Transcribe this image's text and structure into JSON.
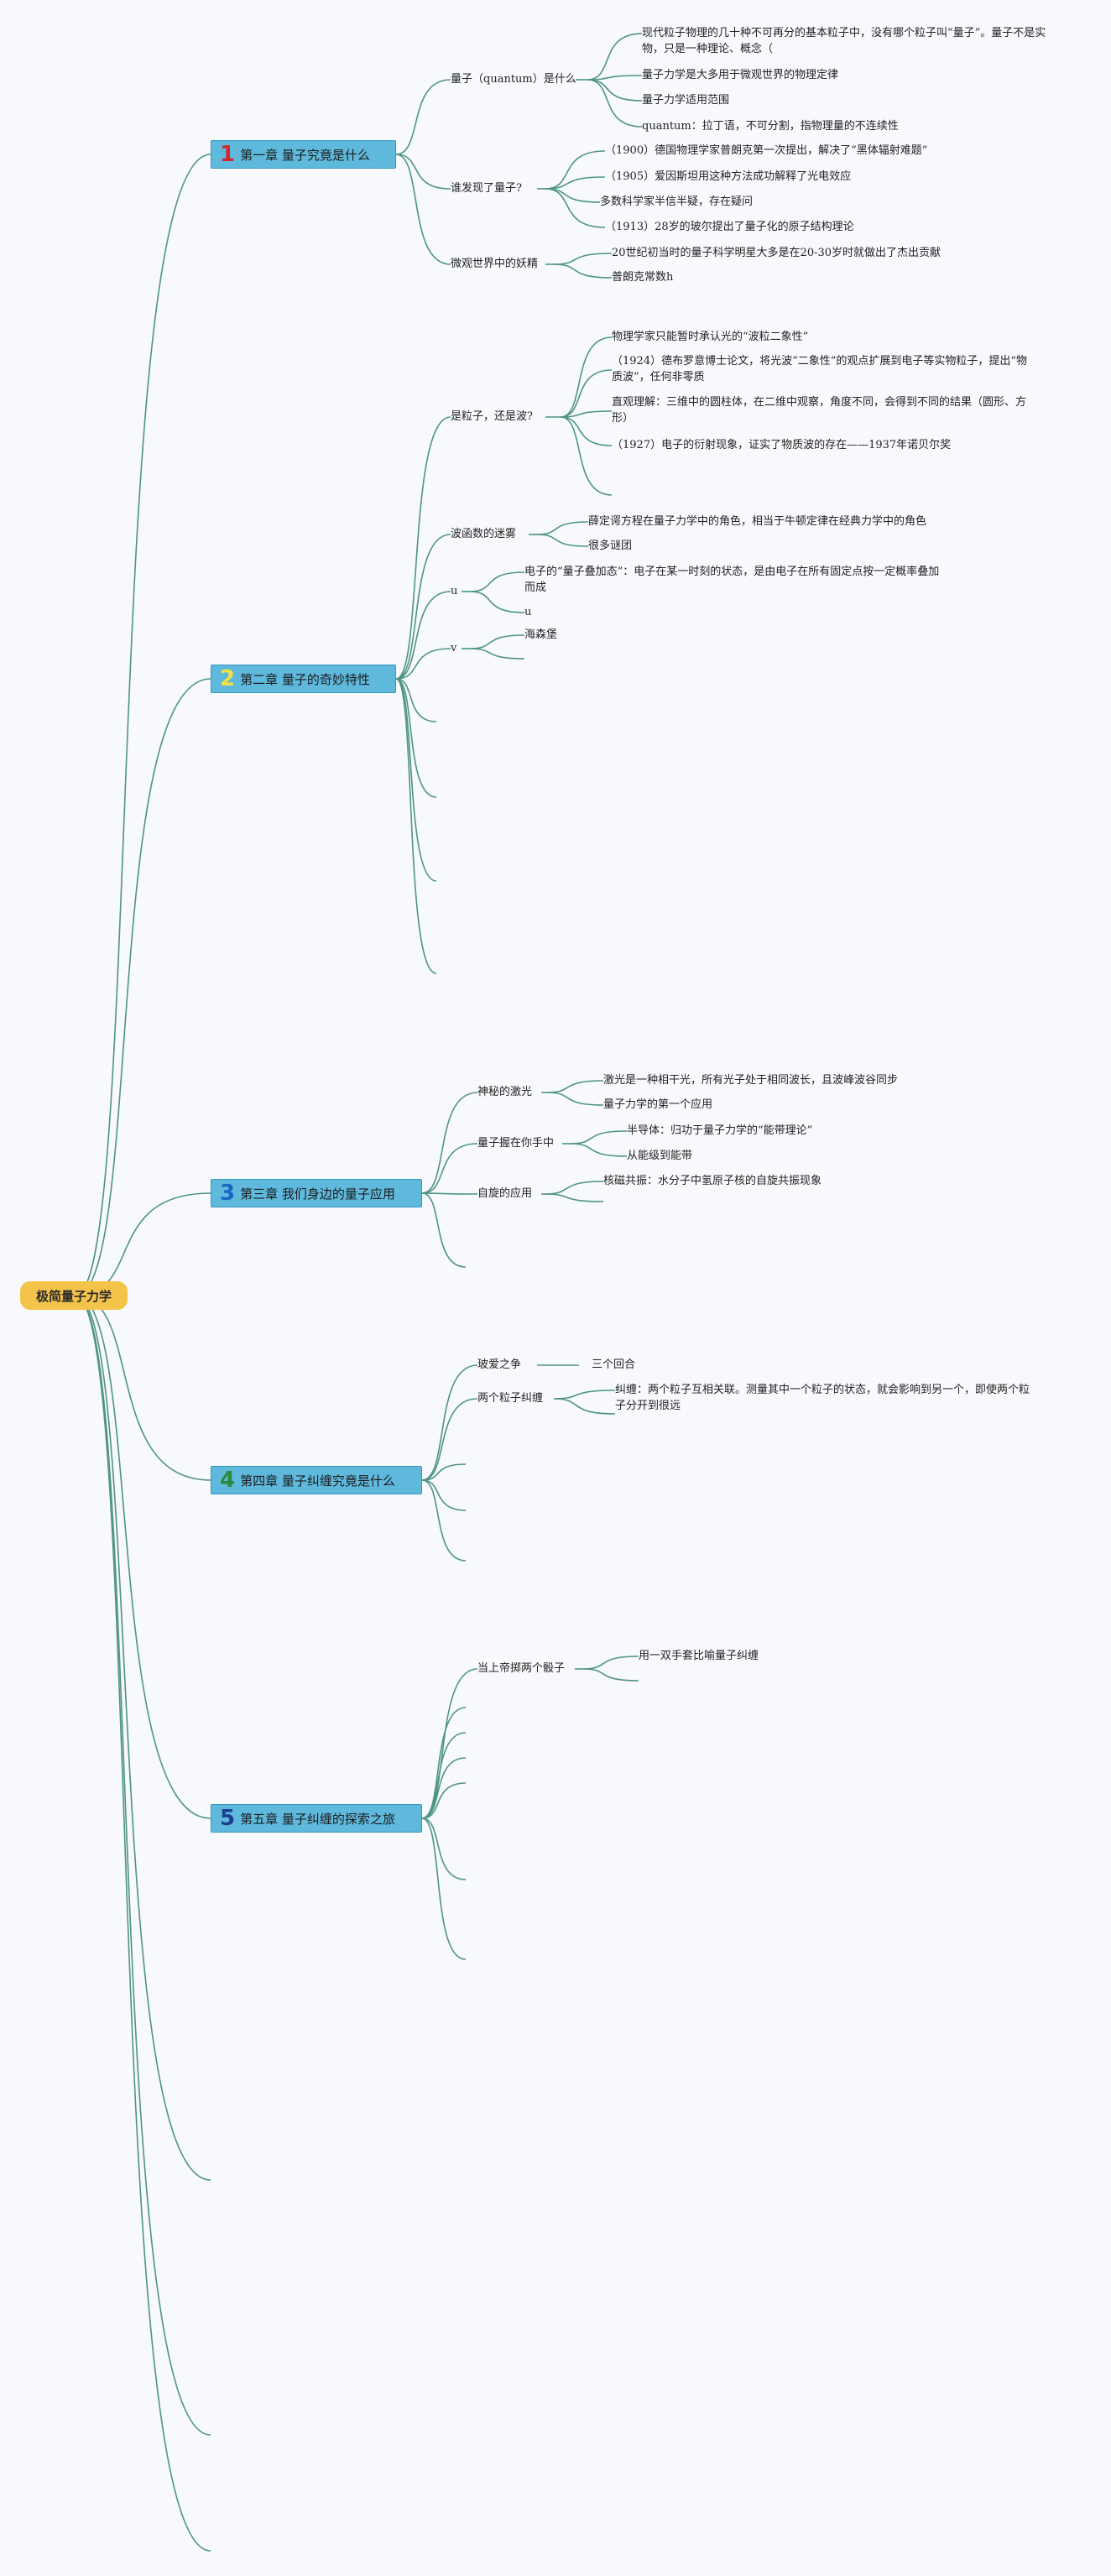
{
  "root": {
    "label": "极简量子力学"
  },
  "chapters": [
    {
      "num": "1",
      "num_color": "#d0292f",
      "label": "第一章 量子究竟是什么"
    },
    {
      "num": "2",
      "num_color": "#f3e047",
      "label": "第二章 量子的奇妙特性"
    },
    {
      "num": "3",
      "num_color": "#1a66c4",
      "label": "第三章 我们身边的量子应用"
    },
    {
      "num": "4",
      "num_color": "#2a8a3c",
      "label": "第四章 量子纠缠究竟是什么"
    },
    {
      "num": "5",
      "num_color": "#1c3f8e",
      "label": "第五章 量子纠缠的探索之旅"
    }
  ],
  "topics": {
    "c1_t1": "量子（quantum）是什么",
    "c1_t2": "谁发现了量子?",
    "c1_t3": "微观世界中的妖精",
    "c2_t1": "是粒子，还是波?",
    "c2_t2": "波函数的迷雾",
    "c2_t3": "u",
    "c2_t4": "v",
    "c3_t1": "神秘的激光",
    "c3_t2": "量子握在你手中",
    "c3_t3": "自旋的应用",
    "c4_t1": "玻爱之争",
    "c4_t2": "两个粒子纠缠",
    "c5_t1": "当上帝掷两个骰子"
  },
  "leaves": {
    "c1_t1_l1": "现代粒子物理的几十种不可再分的基本粒子中，没有哪个粒子叫“量子”。量子不是实物，只是一种理论、概念（",
    "c1_t1_l2": "量子力学是大多用于微观世界的物理定律",
    "c1_t1_l3": "量子力学适用范围",
    "c1_t1_l4": "quantum：拉丁语，不可分割，指物理量的不连续性",
    "c1_t2_l1": "（1900）德国物理学家普朗克第一次提出，解决了“黑体辐射难题”",
    "c1_t2_l2": "（1905）爱因斯坦用这种方法成功解释了光电效应",
    "c1_t2_l3": "多数科学家半信半疑，存在疑问",
    "c1_t2_l4": "（1913）28岁的玻尔提出了量子化的原子结构理论",
    "c1_t3_l1": "20世纪初当时的量子科学明星大多是在20-30岁时就做出了杰出贡献",
    "c1_t3_l2": "普朗克常数h",
    "c2_t1_l1": "物理学家只能暂时承认光的“波粒二象性”",
    "c2_t1_l2": "（1924）德布罗意博士论文，将光波“二象性”的观点扩展到电子等实物粒子，提出“物质波”，任何非零质",
    "c2_t1_l3": "直观理解：三维中的圆柱体，在二维中观察，角度不同，会得到不同的结果（圆形、方形）",
    "c2_t1_l4": "（1927）电子的衍射现象，证实了物质波的存在——1937年诺贝尔奖",
    "c2_t2_l1": "薛定谔方程在量子力学中的角色，相当于牛顿定律在经典力学中的角色",
    "c2_t2_l2": "很多谜团",
    "c2_t3_l1": "电子的“量子叠加态”：电子在某一时刻的状态，是由电子在所有固定点按一定概率叠加而成",
    "c2_t3_l2": "u",
    "c2_t4_l1": "海森堡",
    "c3_t1_l1": "激光是一种相干光，所有光子处于相同波长，且波峰波谷同步",
    "c3_t1_l2": "量子力学的第一个应用",
    "c3_t2_l1": "半导体：归功于量子力学的“能带理论”",
    "c3_t2_l2": "从能级到能带",
    "c3_t3_l1": "核磁共振：水分子中氢原子核的自旋共振现象",
    "c4_t1_l1": "三个回合",
    "c4_t2_l1": "纠缠：两个粒子互相关联。测量其中一个粒子的状态，就会影响到另一个，即使两个粒子分开到很远",
    "c5_t1_l1": "用一双手套比喻量子纠缠"
  },
  "colors": {
    "link": "#4f9484",
    "root_bg": "#f4c34a",
    "chapter_bg": "#5fb9dd",
    "background": "#f7f9fc"
  }
}
